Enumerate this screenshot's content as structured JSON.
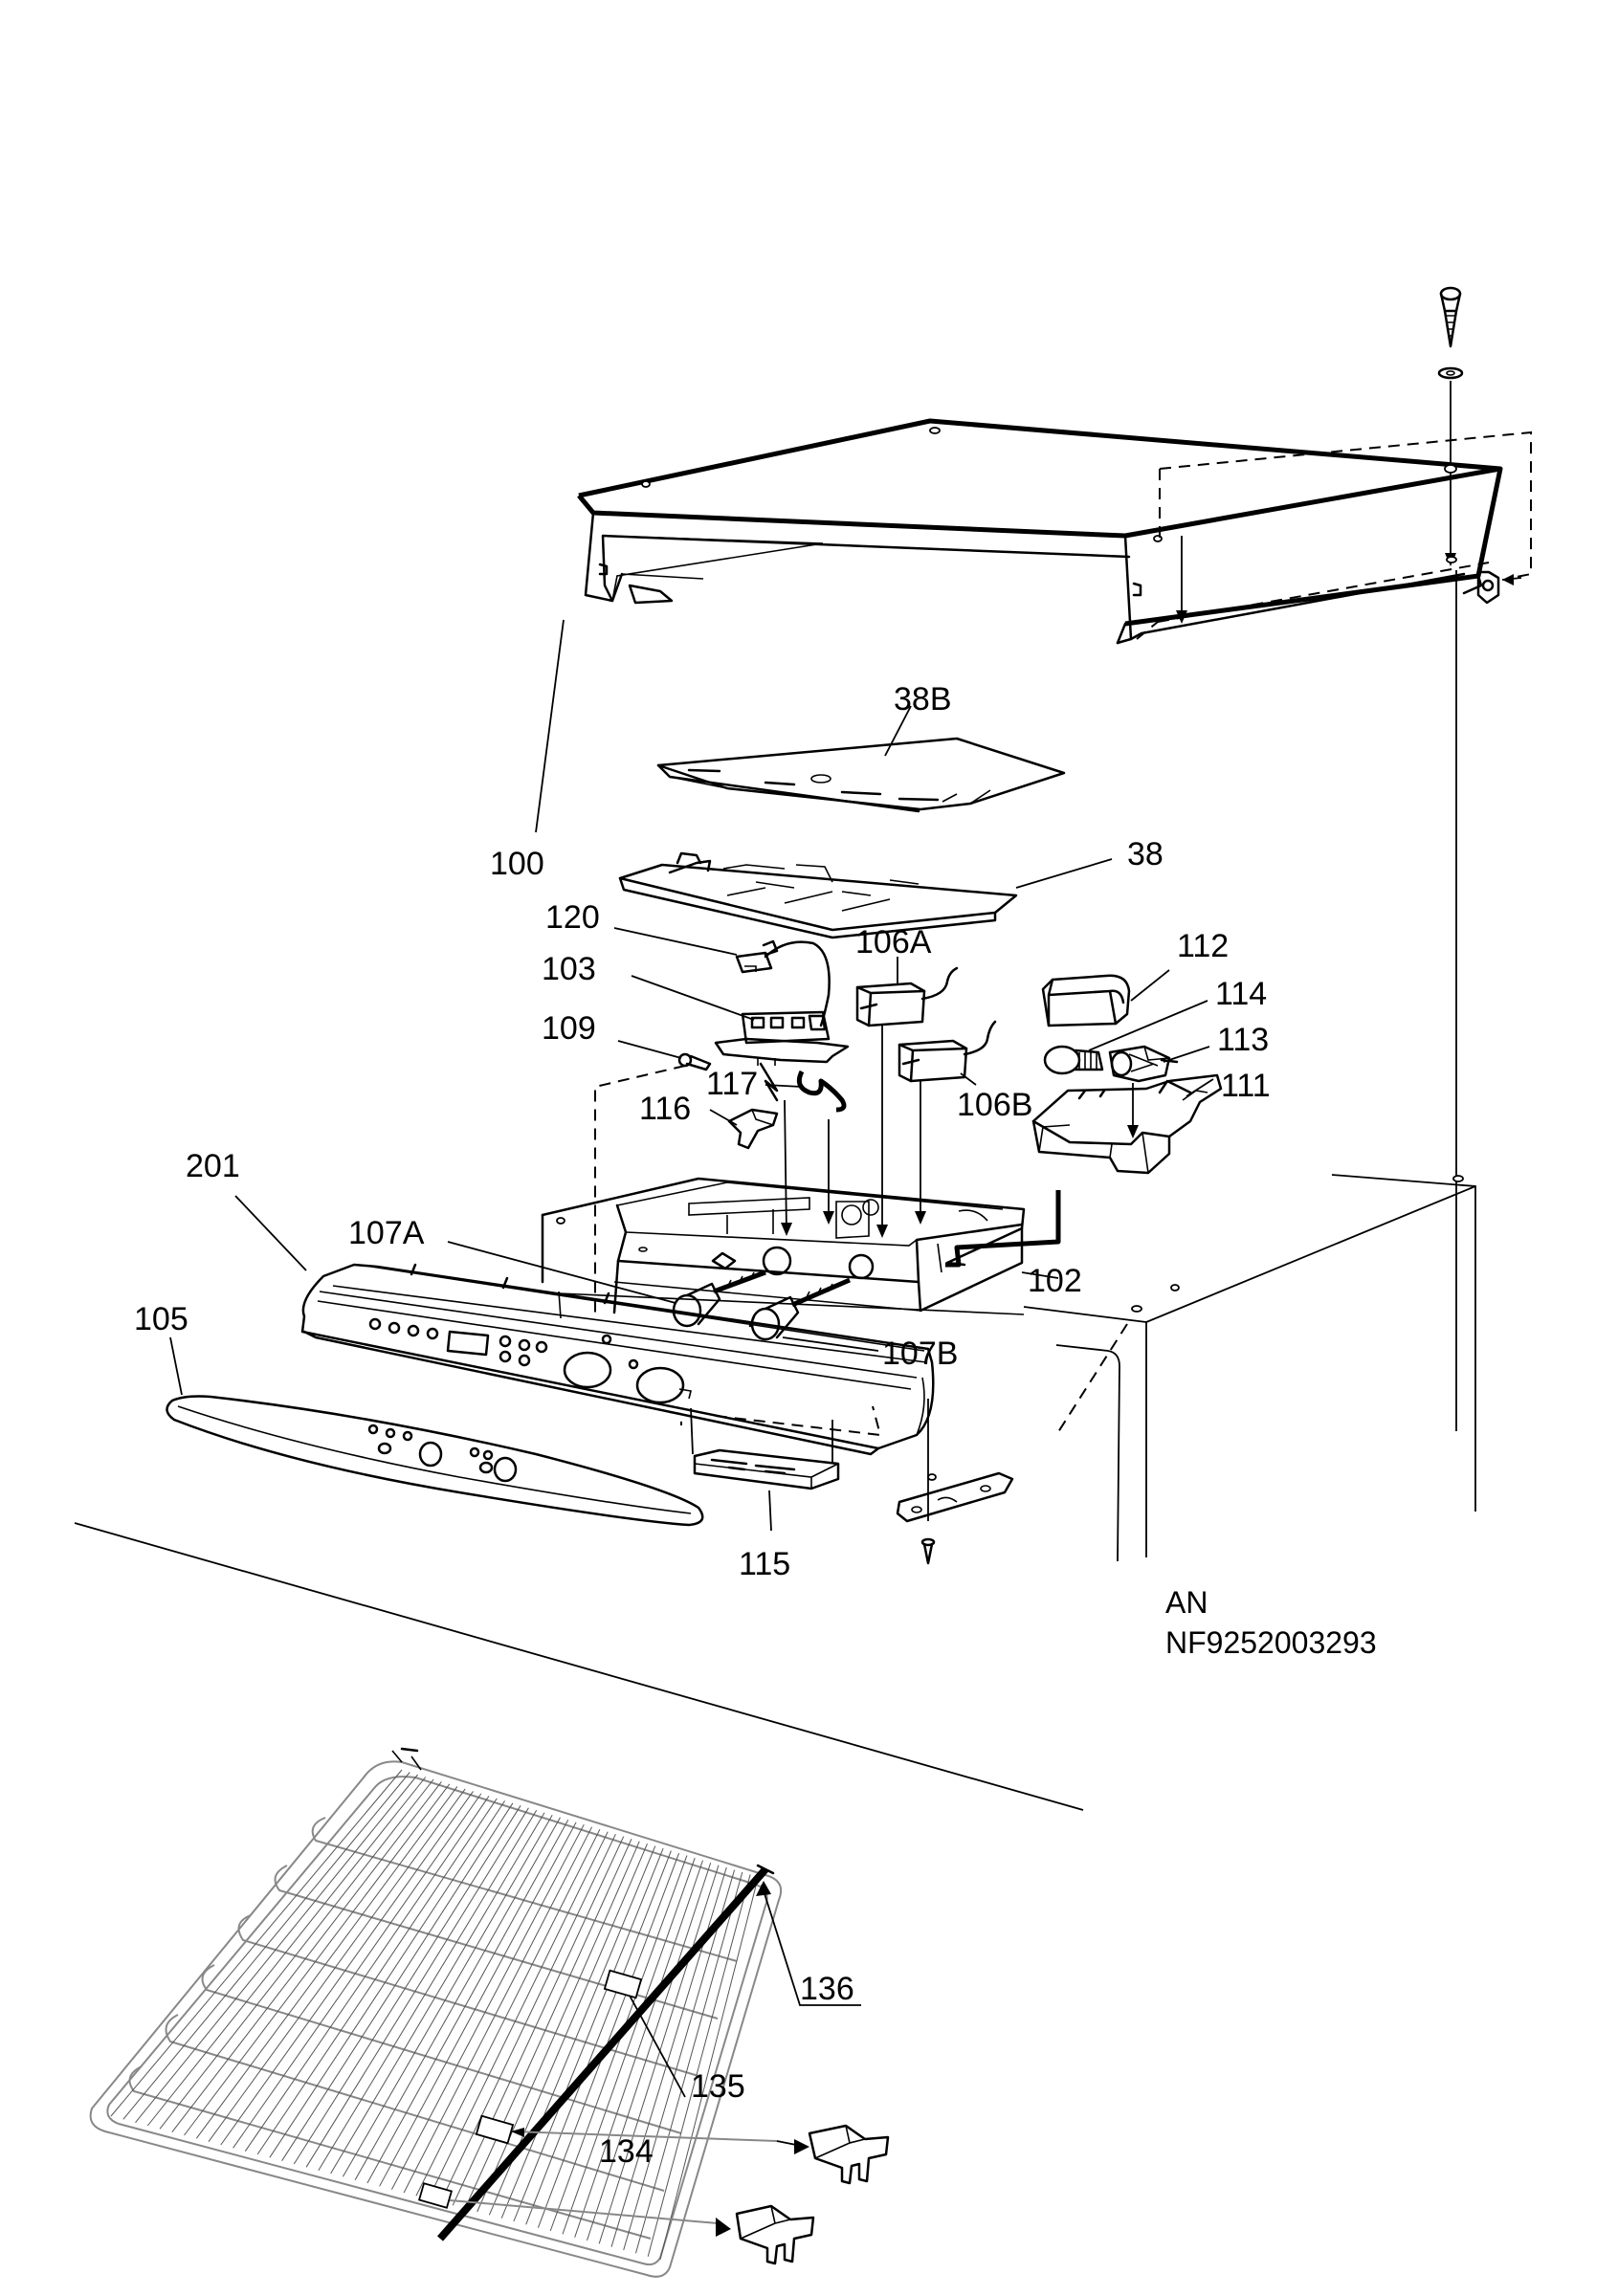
{
  "labels": {
    "p100": "100",
    "p38B": "38B",
    "p38": "38",
    "p120": "120",
    "p106A": "106A",
    "p112": "112",
    "p103": "103",
    "p114": "114",
    "p113": "113",
    "p109": "109",
    "p111": "111",
    "p117": "117",
    "p106B": "106B",
    "p116": "116",
    "p201": "201",
    "p107A": "107A",
    "p102": "102",
    "p105": "105",
    "p107B": "107B",
    "p115": "115",
    "p136": "136",
    "p135": "135",
    "p134": "134"
  },
  "drawing_code": {
    "line1": "AN",
    "line2": "NF9252003293"
  }
}
